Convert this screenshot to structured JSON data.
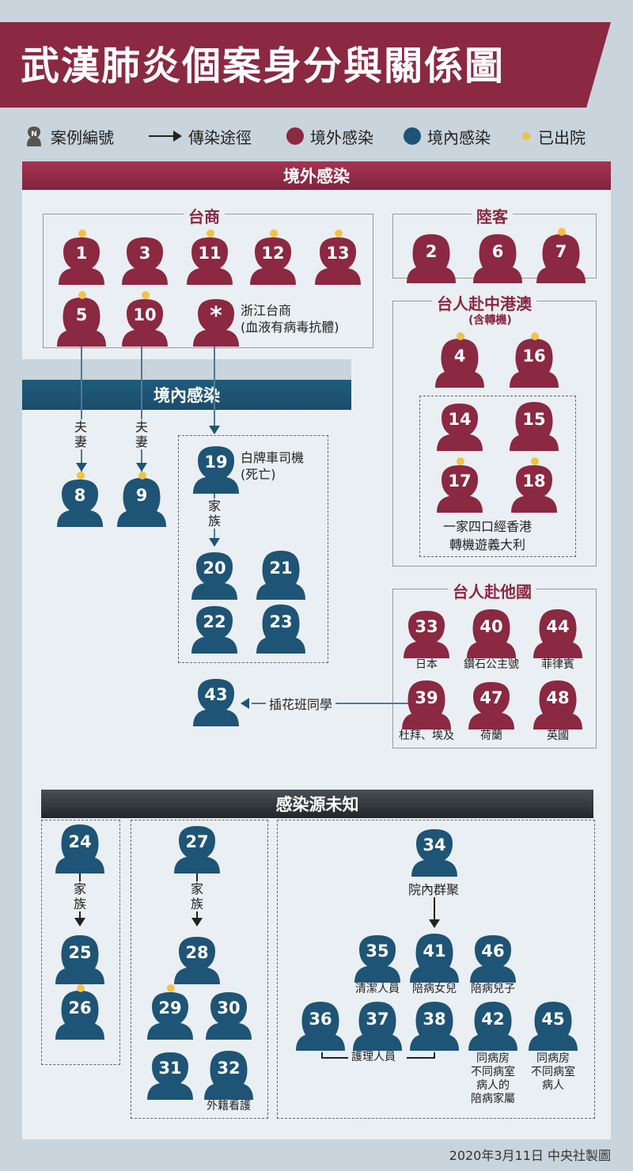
{
  "title": "武漢肺炎個案身分與關係圖",
  "legend": {
    "case_number": "案例編號",
    "case_number_icon": "N",
    "transmission": "傳染途徑",
    "imported": "境外感染",
    "local": "境內感染",
    "discharged": "已出院"
  },
  "colors": {
    "imported": "#8b2842",
    "local": "#1e5475",
    "discharged": "#f3c144",
    "unknown_header": "#2d3236"
  },
  "sections": {
    "imported": "境外感染",
    "local": "境內感染",
    "unknown": "感染源未知"
  },
  "groups": {
    "taishang": "台商",
    "luke": "陸客",
    "china_hk_macau": "台人赴中港澳",
    "china_hk_macau_note": "(含轉機)",
    "other_countries": "台人赴他國"
  },
  "notes": {
    "zhejiang_line1": "浙江台商",
    "zhejiang_line2": "(血液有病毒抗體)",
    "star": "*",
    "driver_line1": "白牌車司機",
    "driver_line2": "(死亡)",
    "family_italy_line1": "一家四口經香港",
    "family_italy_line2": "轉機遊義大利",
    "spouse": "夫妻",
    "family": "家族",
    "flower_class": "插花班同學",
    "hospital_cluster": "院內群聚",
    "nursing_staff": "護理人員"
  },
  "cases": [
    {
      "n": "1",
      "t": "imported",
      "g": "m",
      "d": true
    },
    {
      "n": "3",
      "t": "imported",
      "g": "m",
      "d": false
    },
    {
      "n": "11",
      "t": "imported",
      "g": "m",
      "d": true
    },
    {
      "n": "12",
      "t": "imported",
      "g": "m",
      "d": true
    },
    {
      "n": "13",
      "t": "imported",
      "g": "m",
      "d": true
    },
    {
      "n": "5",
      "t": "imported",
      "g": "f",
      "d": true
    },
    {
      "n": "10",
      "t": "imported",
      "g": "m",
      "d": true
    },
    {
      "n": "*",
      "t": "imported",
      "g": "m",
      "d": false
    },
    {
      "n": "2",
      "t": "imported",
      "g": "f",
      "d": false
    },
    {
      "n": "6",
      "t": "imported",
      "g": "f",
      "d": false
    },
    {
      "n": "7",
      "t": "imported",
      "g": "f",
      "d": true
    },
    {
      "n": "4",
      "t": "imported",
      "g": "f",
      "d": true
    },
    {
      "n": "16",
      "t": "imported",
      "g": "f",
      "d": true
    },
    {
      "n": "14",
      "t": "imported",
      "g": "m",
      "d": false
    },
    {
      "n": "15",
      "t": "imported",
      "g": "f",
      "d": false
    },
    {
      "n": "17",
      "t": "imported",
      "g": "m",
      "d": true
    },
    {
      "n": "18",
      "t": "imported",
      "g": "m",
      "d": true
    },
    {
      "n": "33",
      "t": "imported",
      "g": "m",
      "d": false
    },
    {
      "n": "40",
      "t": "imported",
      "g": "f",
      "d": false
    },
    {
      "n": "44",
      "t": "imported",
      "g": "f",
      "d": false
    },
    {
      "n": "39",
      "t": "imported",
      "g": "f",
      "d": false
    },
    {
      "n": "47",
      "t": "imported",
      "g": "m",
      "d": false
    },
    {
      "n": "48",
      "t": "imported",
      "g": "f",
      "d": false
    },
    {
      "n": "8",
      "t": "local",
      "g": "m",
      "d": true
    },
    {
      "n": "9",
      "t": "local",
      "g": "f",
      "d": true
    },
    {
      "n": "19",
      "t": "local",
      "g": "m",
      "d": false
    },
    {
      "n": "20",
      "t": "local",
      "g": "m",
      "d": false
    },
    {
      "n": "21",
      "t": "local",
      "g": "f",
      "d": false
    },
    {
      "n": "22",
      "t": "local",
      "g": "m",
      "d": false
    },
    {
      "n": "23",
      "t": "local",
      "g": "f",
      "d": false
    },
    {
      "n": "43",
      "t": "local",
      "g": "m",
      "d": false
    },
    {
      "n": "24",
      "t": "local",
      "g": "f",
      "d": false
    },
    {
      "n": "25",
      "t": "local",
      "g": "f",
      "d": false
    },
    {
      "n": "26",
      "t": "local",
      "g": "f",
      "d": true
    },
    {
      "n": "27",
      "t": "local",
      "g": "m",
      "d": false
    },
    {
      "n": "28",
      "t": "local",
      "g": "m",
      "d": false
    },
    {
      "n": "29",
      "t": "local",
      "g": "m",
      "d": true
    },
    {
      "n": "30",
      "t": "local",
      "g": "m",
      "d": false
    },
    {
      "n": "31",
      "t": "local",
      "g": "m",
      "d": false
    },
    {
      "n": "32",
      "t": "local",
      "g": "f",
      "d": false
    },
    {
      "n": "34",
      "t": "local",
      "g": "m",
      "d": false
    },
    {
      "n": "35",
      "t": "local",
      "g": "m",
      "d": false
    },
    {
      "n": "41",
      "t": "local",
      "g": "f",
      "d": false
    },
    {
      "n": "46",
      "t": "local",
      "g": "m",
      "d": false
    },
    {
      "n": "36",
      "t": "local",
      "g": "f",
      "d": false
    },
    {
      "n": "37",
      "t": "local",
      "g": "f",
      "d": false
    },
    {
      "n": "38",
      "t": "local",
      "g": "f",
      "d": false
    },
    {
      "n": "42",
      "t": "local",
      "g": "f",
      "d": false
    },
    {
      "n": "45",
      "t": "local",
      "g": "f",
      "d": false
    }
  ],
  "case_labels": {
    "33": "日本",
    "40": "鑽石公主號",
    "44": "菲律賓",
    "39": "杜拜、埃及",
    "47": "荷蘭",
    "48": "英國",
    "32": "外籍看護",
    "35": "清潔人員",
    "41": "陪病女兒",
    "46": "陪病兒子",
    "42": "同病房\n不同病室\n病人的\n陪病家屬",
    "45": "同病房\n不同病室\n病人"
  },
  "footer": "2020年3月11日  中央社製圖"
}
